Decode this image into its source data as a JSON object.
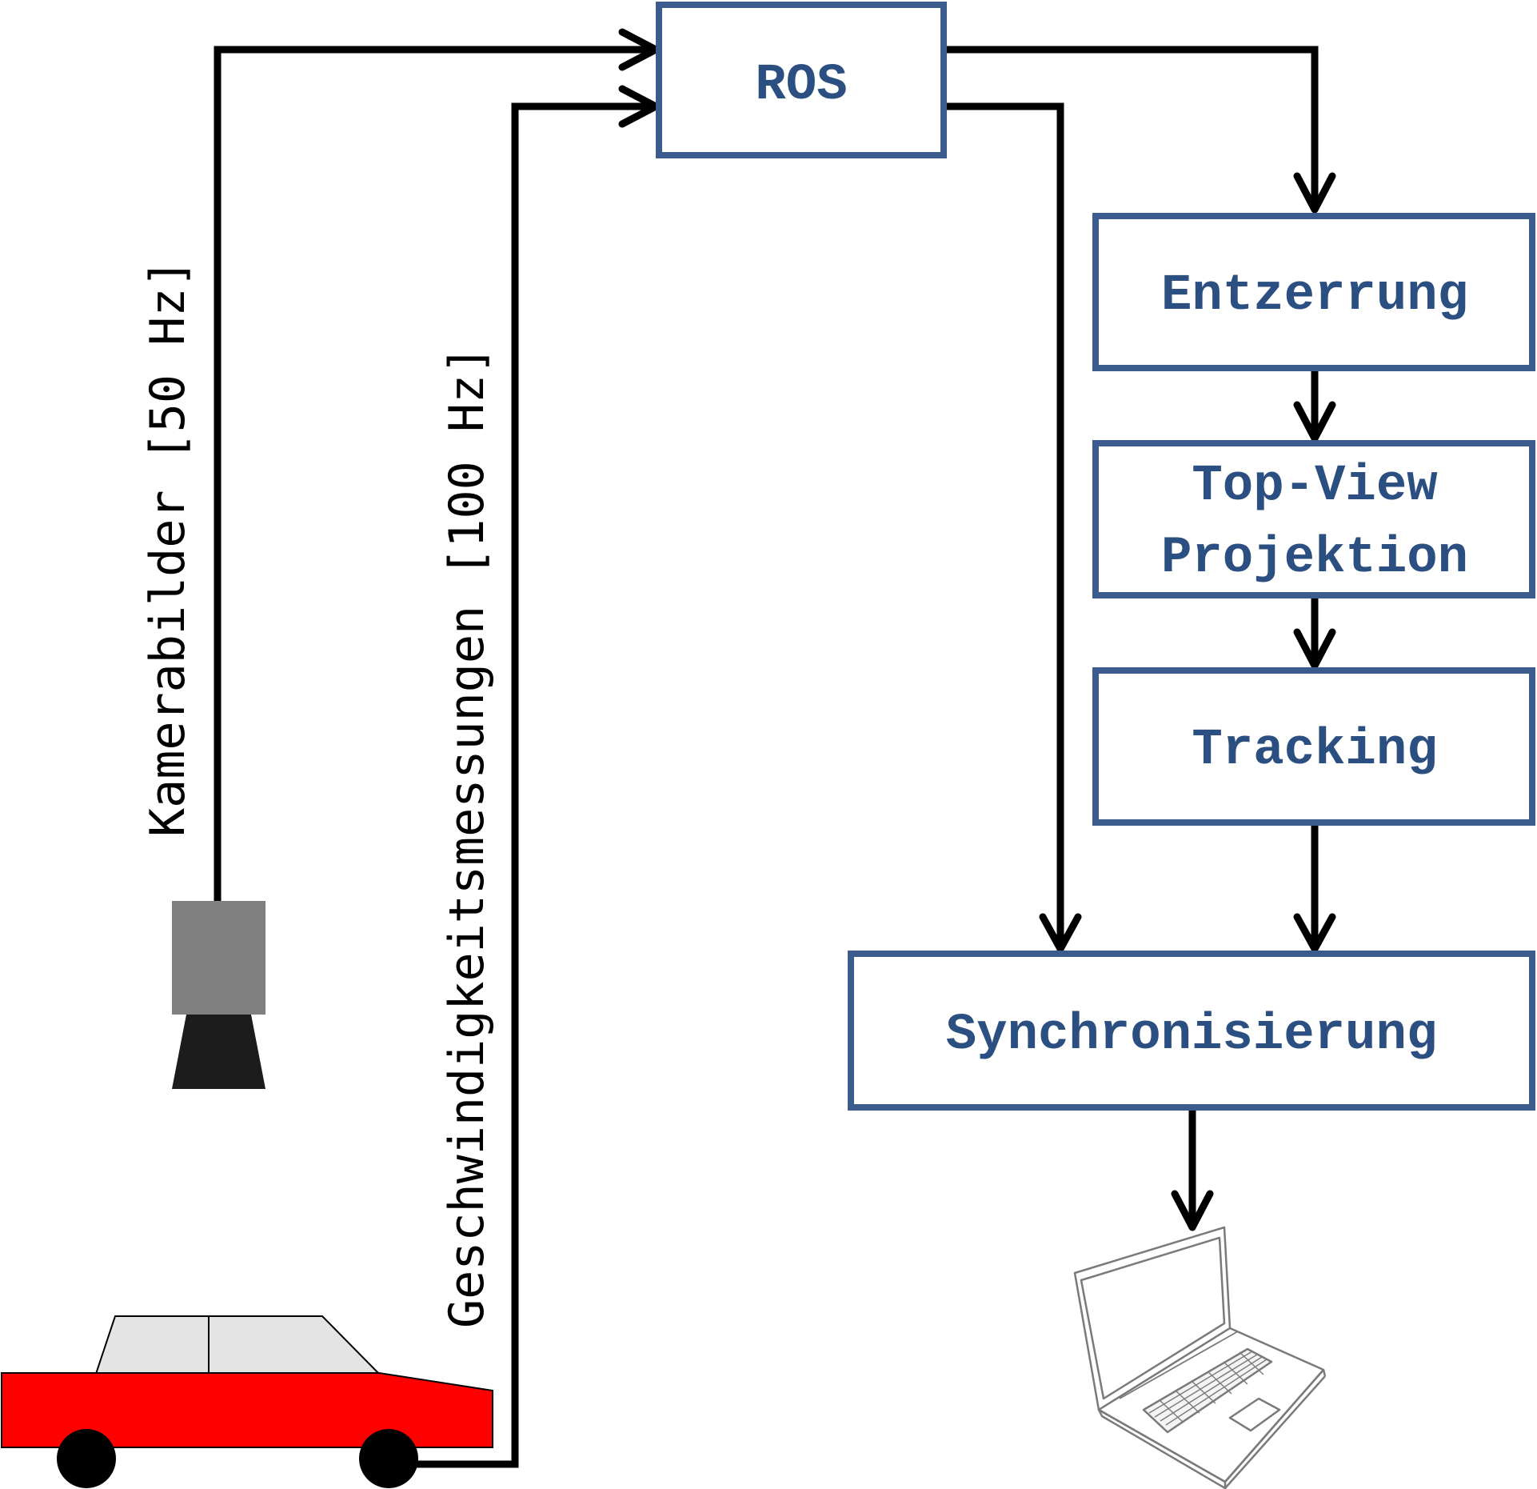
{
  "colors": {
    "box_border": "#3b5b8c",
    "box_text": "#2b4f80",
    "line": "#000000",
    "camera_body": "#808080",
    "camera_lens": "#1c1c1c",
    "car_body": "#ff0000",
    "car_window": "#e4e4e4",
    "wheel": "#000000",
    "laptop_stroke": "#7a7a7a"
  },
  "nodes": {
    "ros": "ROS",
    "entzerrung": "Entzerrung",
    "topview_line1": "Top-View",
    "topview_line2": "Projektion",
    "tracking": "Tracking",
    "sync": "Synchronisierung"
  },
  "edges": {
    "camera_label": "Kamerabilder [50 Hz]",
    "speed_label": "Geschwindigkeitsmessungen [100 Hz]"
  },
  "icons": {
    "camera": "camera-icon",
    "car": "car-icon",
    "laptop": "laptop-icon"
  }
}
